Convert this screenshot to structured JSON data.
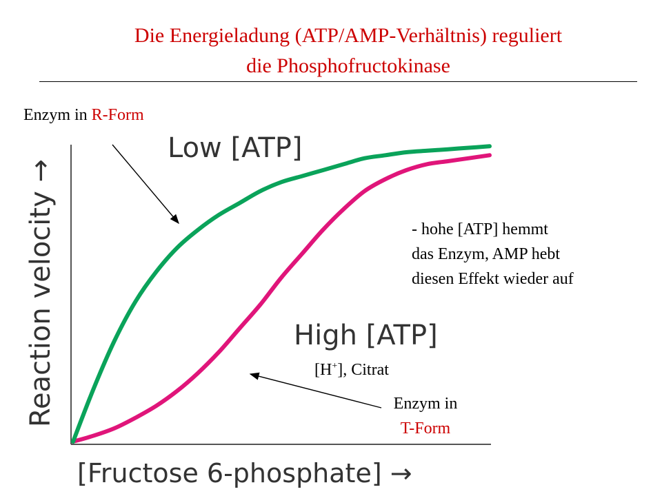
{
  "header": {
    "title_line1": "Die Energieladung (ATP/AMP-Verhältnis) reguliert",
    "title_line2": "die Phosphofructokinase"
  },
  "annotations": {
    "r_form_prefix": "Enzym in ",
    "r_form_label": "R-Form",
    "note_line1": "- hohe [ATP] hemmt",
    "note_line2": "das Enzym, AMP hebt",
    "note_line3": "diesen Effekt wieder auf",
    "inhibitors_prefix": "[H",
    "inhibitors_sup": "+",
    "inhibitors_suffix": "], Citrat",
    "t_form_prefix": "Enzym in",
    "t_form_label": "T-Form"
  },
  "colors": {
    "title": "#cc0000",
    "low_atp": "#0aa35a",
    "high_atp": "#e0157a",
    "axis": "#555555"
  },
  "chart_data": {
    "type": "line",
    "xlabel": "[Fructose 6-phosphate] →",
    "ylabel": "Reaction velocity →",
    "xlim": [
      0,
      1
    ],
    "ylim": [
      0,
      1
    ],
    "grid": false,
    "series": [
      {
        "name": "Low [ATP]",
        "x": [
          0,
          0.05,
          0.1,
          0.15,
          0.2,
          0.25,
          0.3,
          0.35,
          0.4,
          0.45,
          0.5,
          0.55,
          0.6,
          0.65,
          0.7,
          0.75,
          0.8,
          0.85,
          0.9,
          0.95,
          1.0
        ],
        "y": [
          0,
          0.18,
          0.34,
          0.47,
          0.57,
          0.65,
          0.71,
          0.76,
          0.8,
          0.84,
          0.87,
          0.89,
          0.91,
          0.93,
          0.95,
          0.96,
          0.97,
          0.975,
          0.98,
          0.985,
          0.99
        ]
      },
      {
        "name": "High [ATP]",
        "x": [
          0,
          0.05,
          0.1,
          0.15,
          0.2,
          0.25,
          0.3,
          0.35,
          0.4,
          0.45,
          0.5,
          0.55,
          0.6,
          0.65,
          0.7,
          0.75,
          0.8,
          0.85,
          0.9,
          0.95,
          1.0
        ],
        "y": [
          0,
          0.02,
          0.045,
          0.08,
          0.12,
          0.17,
          0.23,
          0.3,
          0.38,
          0.46,
          0.55,
          0.63,
          0.71,
          0.78,
          0.84,
          0.88,
          0.91,
          0.93,
          0.94,
          0.95,
          0.96
        ]
      }
    ]
  }
}
